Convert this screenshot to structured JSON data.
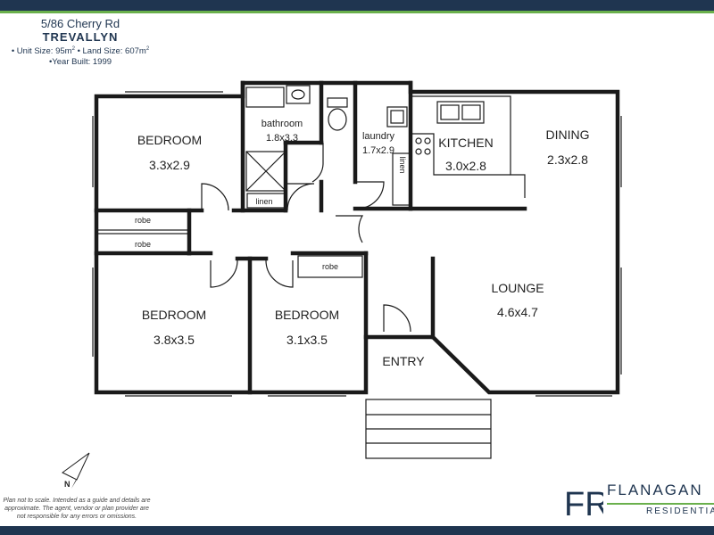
{
  "colors": {
    "navy": "#1f3550",
    "green": "#6ab04c",
    "wall": "#1a1a1a"
  },
  "header": {
    "address": "5/86 Cherry Rd",
    "suburb": "TREVALLYN",
    "unit_size": "• Unit Size: 95m",
    "land_size": "• Land Size: 607m",
    "sq": "2",
    "year_built": "•Year Built: 1999"
  },
  "rooms": {
    "bedroom1": {
      "name": "BEDROOM",
      "size": "3.3x2.9"
    },
    "bathroom": {
      "name": "bathroom",
      "size": "1.8x3.3"
    },
    "laundry": {
      "name": "laundry",
      "size": "1.7x2.9"
    },
    "kitchen": {
      "name": "KITCHEN",
      "size": "3.0x2.8"
    },
    "dining": {
      "name": "DINING",
      "size": "2.3x2.8"
    },
    "bedroom2": {
      "name": "BEDROOM",
      "size": "3.8x3.5"
    },
    "bedroom3": {
      "name": "BEDROOM",
      "size": "3.1x3.5"
    },
    "lounge": {
      "name": "LOUNGE",
      "size": "4.6x4.7"
    },
    "entry": {
      "name": "ENTRY"
    }
  },
  "labels": {
    "robe1": "robe",
    "robe2": "robe",
    "robe3": "robe",
    "linen_bath": "linen",
    "linen_laundry": "linen"
  },
  "compass": {
    "north": "N",
    "icon": "north-arrow-icon"
  },
  "disclaimer": "Plan not to scale. Intended as a guide and details are approximate. The agent, vendor or plan provider are not responsible for any errors or omissions.",
  "logo": {
    "monogram": "FR",
    "name": "FLANAGAN",
    "sub": "RESIDENTIAL"
  }
}
